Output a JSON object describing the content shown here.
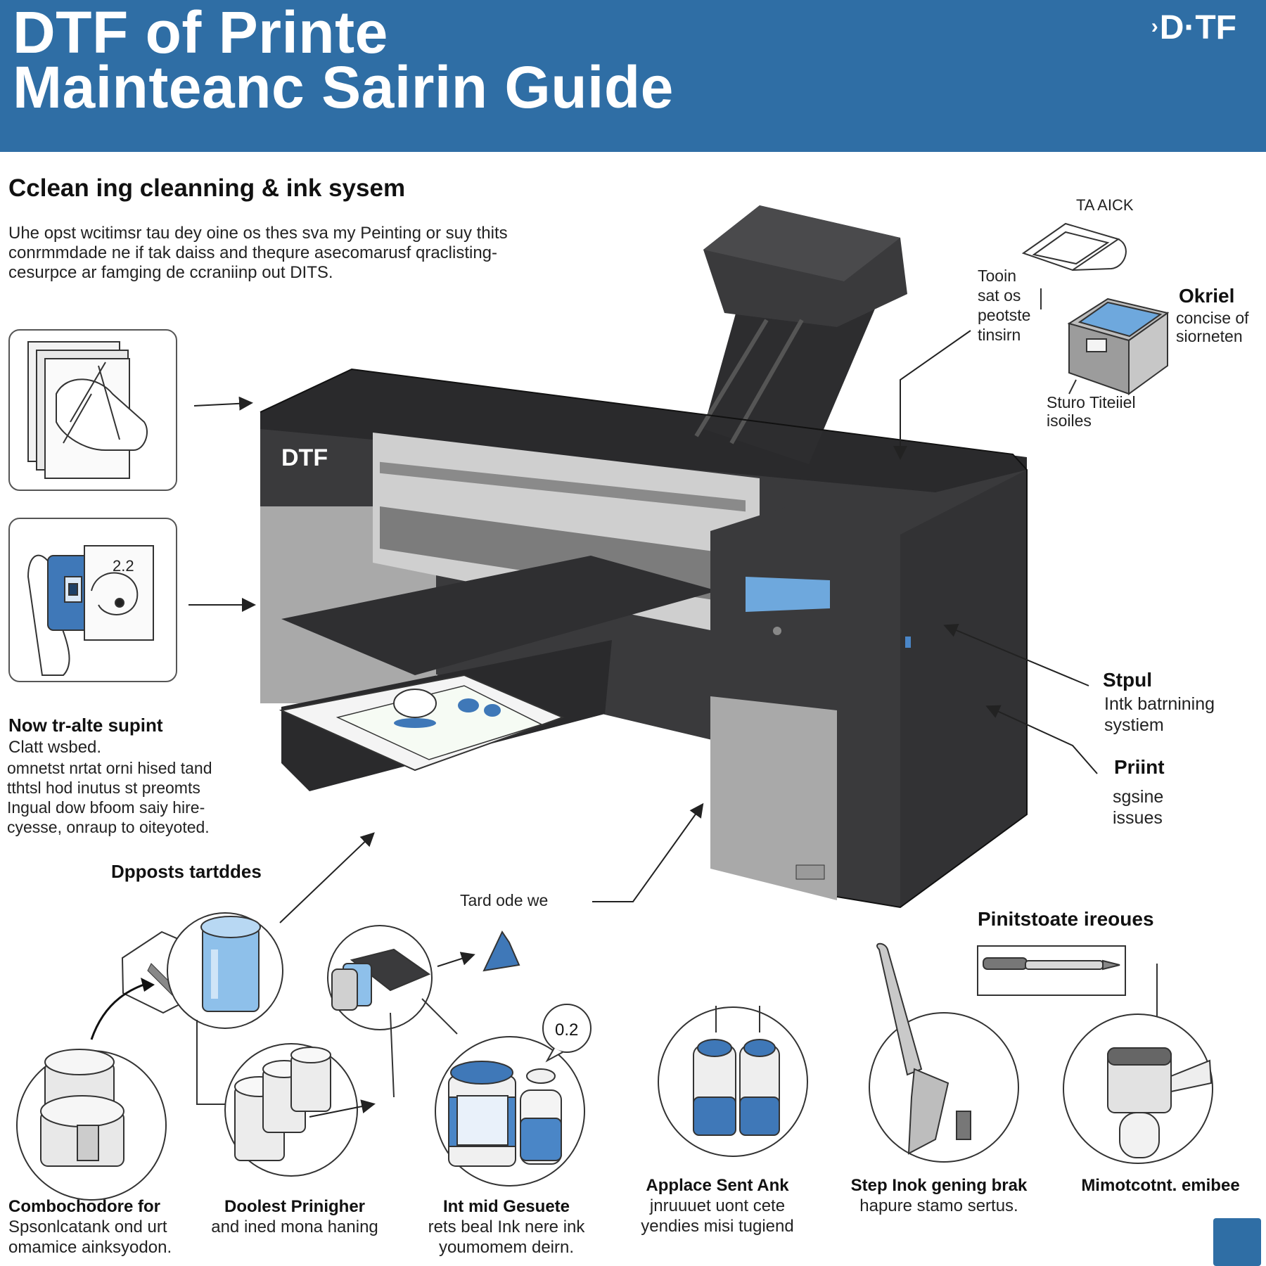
{
  "header": {
    "title_line1": "DTF of Printe",
    "title_line2": "Mainteanc Sairin Guide",
    "brand": "D·TF"
  },
  "section": {
    "heading": "Cclean ing cleanning & ink sysem",
    "intro": [
      "Uhe opst wcitimsr tau dey oine os thes sva my Peinting or suy thits",
      "conrmmdade ne if tak daiss and thequre asecomarusf qraclisting-",
      "cesurpce ar famging de ccraniinp out DITS."
    ]
  },
  "printer": {
    "logo": "DTF"
  },
  "left_notes": {
    "title": "Now tr-alte supint",
    "subtitle": "Clatt wsbed.",
    "lines": [
      "omnetst nrtat orni hised tand",
      "tthtsl hod inutus st preomts",
      "Ingual dow bfoom saiy hire-",
      "cyesse, onraup to oiteyoted."
    ]
  },
  "callouts": {
    "deposits": "Dpposts tartddes",
    "tard": "Tard ode we",
    "taack": "TA AICK",
    "toom": [
      "Tooin",
      "sat os",
      "peotste",
      "tinsirn"
    ],
    "okriel_title": "Okriel",
    "okriel_sub": [
      "concise of",
      "siorneten"
    ],
    "sturo": [
      "Sturo Titeiiel",
      "isoiles"
    ],
    "stpul_title": "Stpul",
    "stpul_sub": [
      "Intk batrnining",
      "systiem"
    ],
    "print_title": "Priint",
    "print_sub": [
      "sgsine",
      "issues"
    ],
    "pinits": "Pinitstoate ireoues",
    "badge_card": "2.2",
    "badge_bubble": "0.2"
  },
  "captions": [
    {
      "title": "Combochodore for",
      "lines": [
        "Spsonlcatank ond urt",
        "omamice ainksyodon."
      ]
    },
    {
      "title": "Doolest Prinigher",
      "lines": [
        "and ined mona haning"
      ]
    },
    {
      "title": "Int mid Gesuete",
      "lines": [
        "rets beal Ink nere ink",
        "youmomem deirn."
      ]
    },
    {
      "title": "Applace Sent Ank",
      "lines": [
        "jnruuuet uont cete",
        "yendies misi tugiend"
      ]
    },
    {
      "title": "Step Inok gening brak",
      "lines": [
        "hapure stamo sertus."
      ]
    },
    {
      "title": "Mimotcotnt. emibee",
      "lines": []
    }
  ],
  "colors": {
    "header_bg": "#2f6ea5",
    "printer_dark": "#3a3a3c",
    "printer_gray": "#a9a9a9",
    "accent_blue": "#4a86c7",
    "screen_blue": "#6ea8dd"
  }
}
